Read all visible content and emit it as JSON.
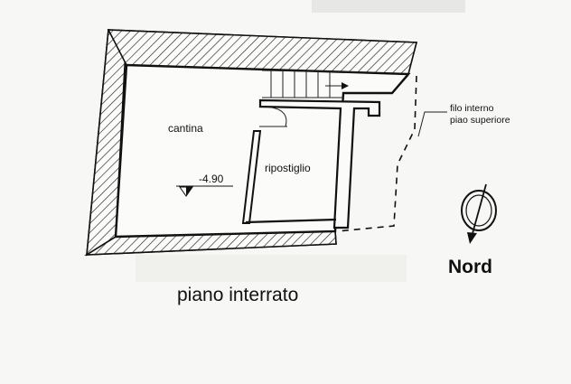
{
  "rooms": {
    "cantina": "cantina",
    "ripostiglio": "ripostiglio"
  },
  "level_mark": "-4.90",
  "note": {
    "line1": "filo interno",
    "line2": "piao superiore"
  },
  "compass": {
    "label": "Nord"
  },
  "plan_title": "piano interrato",
  "colors": {
    "line": "#111111",
    "paper": "#f7f7f5"
  }
}
